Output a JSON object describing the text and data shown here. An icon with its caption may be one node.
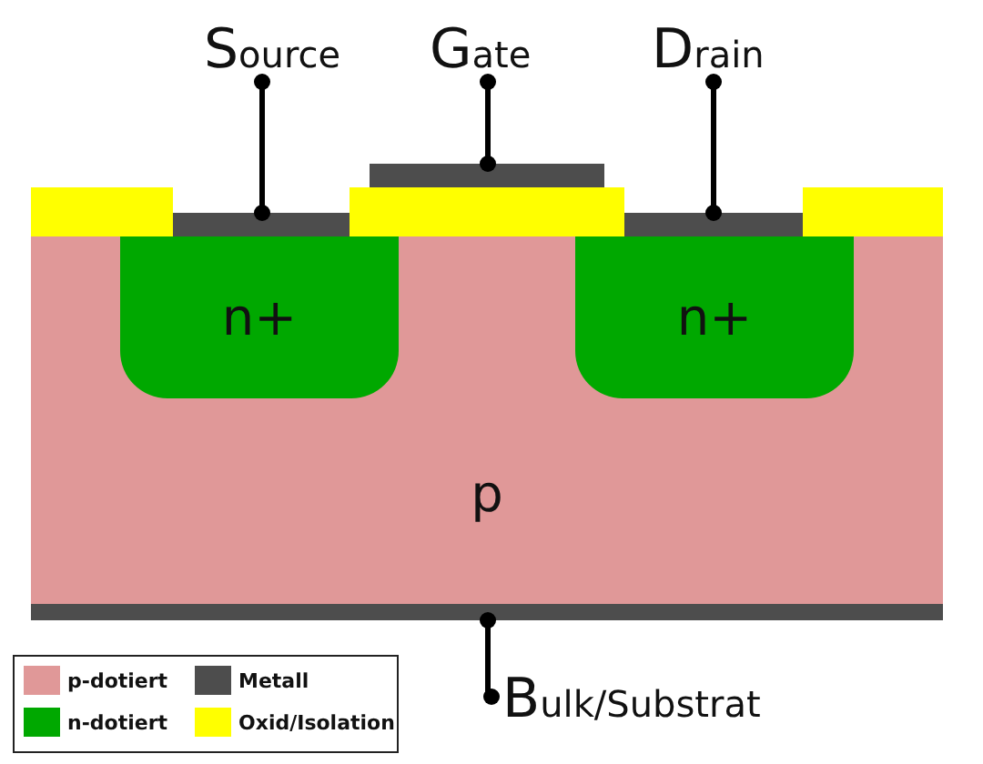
{
  "diagram": {
    "nodes": [
      {
        "text": [
          "Source"
        ]
      },
      {
        "text": [
          "Gate"
        ]
      },
      {
        "text": [
          "Drain"
        ]
      },
      {
        "text": [],
        "shape": "bar"
      },
      {
        "text": [],
        "shape": "bar"
      },
      {
        "text": [],
        "shape": "bar"
      },
      {
        "text": [],
        "shape": "bar"
      },
      {
        "text": [],
        "shape": "bar"
      },
      {
        "text": [],
        "shape": "bar"
      },
      {
        "text": [
          "p"
        ]
      },
      {
        "text": [
          "n+"
        ],
        "in": 9
      },
      {
        "text": [
          "n+"
        ],
        "in": 9
      },
      {
        "text": [],
        "shape": "bar"
      },
      {
        "text": [
          "Bulk/Substrat"
        ]
      }
    ],
    "edges": [
      {
        "from": 0,
        "to": 5,
        "arrow": "other"
      },
      {
        "from": 1,
        "to": 3,
        "arrow": "other"
      },
      {
        "from": 2,
        "to": 7,
        "arrow": "other"
      },
      {
        "from": 12,
        "to": 13,
        "arrow": "other"
      }
    ],
    "legend": [
      {
        "text": "p-dotiert",
        "color": "#e09898"
      },
      {
        "text": "Metall",
        "color": "#4d4d4d"
      },
      {
        "text": "n-dotiert",
        "color": "#00a800"
      },
      {
        "text": "Oxid/Isolation",
        "color": "#ffff00"
      }
    ]
  }
}
